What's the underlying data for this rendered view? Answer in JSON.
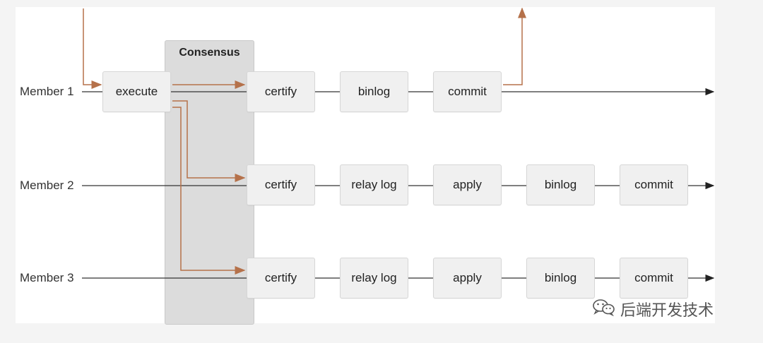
{
  "consensus": {
    "label": "Consensus"
  },
  "members": [
    {
      "label": "Member 1",
      "stages": [
        "execute",
        "certify",
        "binlog",
        "commit"
      ]
    },
    {
      "label": "Member 2",
      "stages": [
        "certify",
        "relay log",
        "apply",
        "binlog",
        "commit"
      ]
    },
    {
      "label": "Member 3",
      "stages": [
        "certify",
        "relay log",
        "apply",
        "binlog",
        "commit"
      ]
    }
  ],
  "watermark": {
    "text": "后端开发技术",
    "icon": "wechat-icon"
  },
  "colors": {
    "flow": "#b5714a",
    "line": "#333333"
  }
}
